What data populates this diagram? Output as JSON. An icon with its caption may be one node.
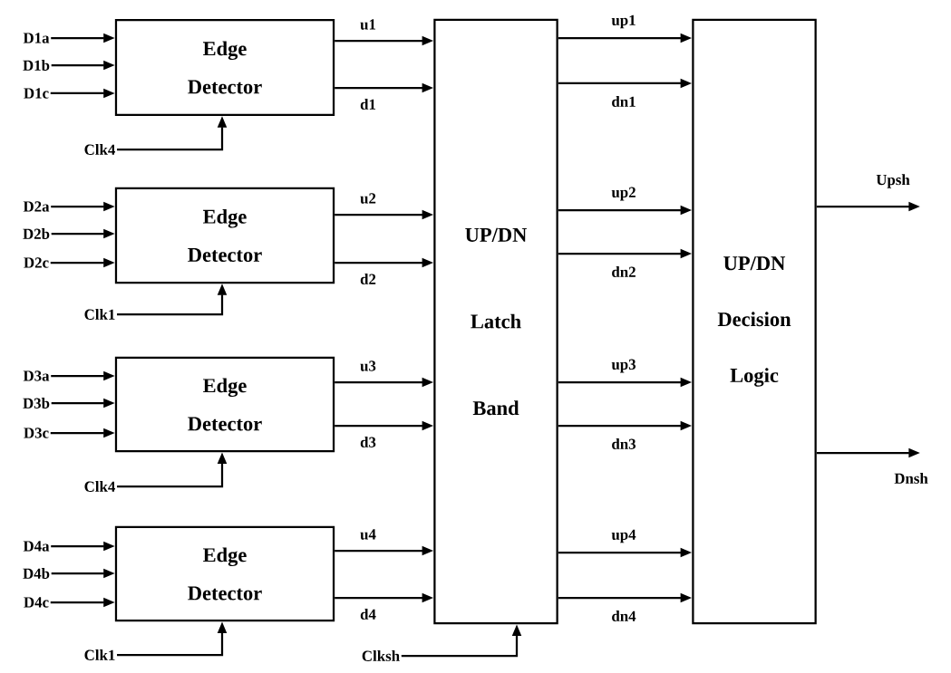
{
  "diagram": {
    "nodes": [
      {
        "text": [
          "Edge Detector"
        ]
      },
      {
        "text": [
          "Edge Detector"
        ]
      },
      {
        "text": [
          "Edge Detector"
        ]
      },
      {
        "text": [
          "Edge Detector"
        ]
      },
      {
        "text": [
          "UP/DN Latch Band"
        ]
      },
      {
        "text": [
          "UP/DN Decision Logic"
        ]
      },
      {
        "text": [
          "D1a"
        ]
      },
      {
        "text": [
          "D1b"
        ]
      },
      {
        "text": [
          "D1c"
        ]
      },
      {
        "text": [
          "D2a"
        ]
      },
      {
        "text": [
          "D2b"
        ]
      },
      {
        "text": [
          "D2c"
        ]
      },
      {
        "text": [
          "D3a"
        ]
      },
      {
        "text": [
          "D3b"
        ]
      },
      {
        "text": [
          "D3c"
        ]
      },
      {
        "text": [
          "D4a"
        ]
      },
      {
        "text": [
          "D4b"
        ]
      },
      {
        "text": [
          "D4c"
        ]
      },
      {
        "text": [
          "Clk4"
        ]
      },
      {
        "text": [
          "Clk1"
        ]
      },
      {
        "text": [
          "Clk4"
        ]
      },
      {
        "text": [
          "Clk1"
        ]
      },
      {
        "text": [
          "Clksh"
        ]
      }
    ],
    "edges": [
      {
        "from": 6,
        "to": 0,
        "arrow": "to"
      },
      {
        "from": 7,
        "to": 0,
        "arrow": "to"
      },
      {
        "from": 8,
        "to": 0,
        "arrow": "to"
      },
      {
        "from": 18,
        "to": 0,
        "arrow": "to"
      },
      {
        "from": 0,
        "to": 4,
        "arrow": "to",
        "label": "u1"
      },
      {
        "from": 0,
        "to": 4,
        "arrow": "to",
        "label": "d1"
      },
      {
        "from": 9,
        "to": 1,
        "arrow": "to"
      },
      {
        "from": 10,
        "to": 1,
        "arrow": "to"
      },
      {
        "from": 11,
        "to": 1,
        "arrow": "to"
      },
      {
        "from": 19,
        "to": 1,
        "arrow": "to"
      },
      {
        "from": 1,
        "to": 4,
        "arrow": "to",
        "label": "u2"
      },
      {
        "from": 1,
        "to": 4,
        "arrow": "to",
        "label": "d2"
      },
      {
        "from": 12,
        "to": 2,
        "arrow": "to"
      },
      {
        "from": 13,
        "to": 2,
        "arrow": "to"
      },
      {
        "from": 14,
        "to": 2,
        "arrow": "to"
      },
      {
        "from": 20,
        "to": 2,
        "arrow": "to"
      },
      {
        "from": 2,
        "to": 4,
        "arrow": "to",
        "label": "u3"
      },
      {
        "from": 2,
        "to": 4,
        "arrow": "to",
        "label": "d3"
      },
      {
        "from": 15,
        "to": 3,
        "arrow": "to"
      },
      {
        "from": 16,
        "to": 3,
        "arrow": "to"
      },
      {
        "from": 17,
        "to": 3,
        "arrow": "to"
      },
      {
        "from": 21,
        "to": 3,
        "arrow": "to"
      },
      {
        "from": 3,
        "to": 4,
        "arrow": "to",
        "label": "u4"
      },
      {
        "from": 3,
        "to": 4,
        "arrow": "to",
        "label": "d4"
      },
      {
        "from": 4,
        "to": 5,
        "arrow": "to",
        "label": "up1"
      },
      {
        "from": 4,
        "to": 5,
        "arrow": "to",
        "label": "dn1"
      },
      {
        "from": 4,
        "to": 5,
        "arrow": "to",
        "label": "up2"
      },
      {
        "from": 4,
        "to": 5,
        "arrow": "to",
        "label": "dn2"
      },
      {
        "from": 4,
        "to": 5,
        "arrow": "to",
        "label": "up3"
      },
      {
        "from": 4,
        "to": 5,
        "arrow": "to",
        "label": "dn3"
      },
      {
        "from": 4,
        "to": 5,
        "arrow": "to",
        "label": "up4"
      },
      {
        "from": 4,
        "to": 5,
        "arrow": "to",
        "label": "dn4"
      },
      {
        "from": 22,
        "to": 4,
        "arrow": "to"
      },
      {
        "from": 5,
        "to": null,
        "arrow": "to",
        "label": "Upsh"
      },
      {
        "from": 5,
        "to": null,
        "arrow": "to",
        "label": "Dnsh"
      }
    ]
  }
}
